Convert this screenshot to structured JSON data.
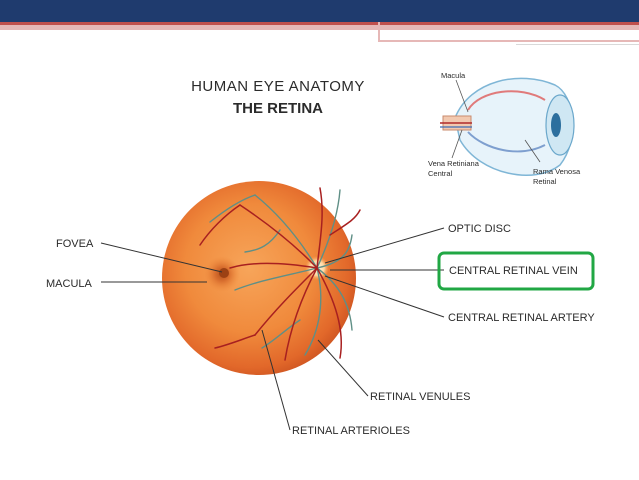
{
  "slide": {
    "colors": {
      "header_bar": "#1f3b6e",
      "header_line": "#c0504d",
      "header_strip": "#e6b8b7",
      "highlight_box": "#21a744"
    }
  },
  "diagram": {
    "title": "HUMAN EYE ANATOMY",
    "subtitle": "THE RETINA",
    "labels": {
      "fovea": "FOVEA",
      "macula": "MACULA",
      "optic_disc": "OPTIC DISC",
      "central_retinal_vein": "CENTRAL RETINAL VEIN",
      "central_retinal_artery": "CENTRAL RETINAL ARTERY",
      "retinal_venules": "RETINAL VENULES",
      "retinal_arterioles": "RETINAL ARTERIOLES"
    },
    "highlighted_label": "CENTRAL RETINAL VEIN",
    "inset": {
      "macula": "Macula",
      "vena_retiniana_1": "Vena Retiniana",
      "vena_retiniana_2": "Central",
      "rama_venosa_1": "Rama Venosa",
      "rama_venosa_2": "Retinal"
    }
  }
}
